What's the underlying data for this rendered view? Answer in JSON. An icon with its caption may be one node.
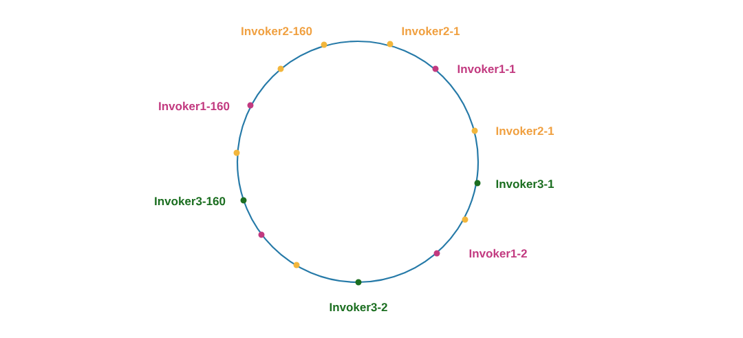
{
  "diagram": {
    "nodes": [
      {
        "text": [],
        "shape": "circle",
        "beside": [
          "Invoker2-160"
        ]
      },
      {
        "text": [],
        "shape": "circle",
        "beside": [
          "Invoker2-1"
        ]
      },
      {
        "text": [],
        "shape": "circle",
        "beside": [
          "Invoker1-1"
        ]
      },
      {
        "text": [],
        "shape": "circle",
        "beside": [
          "Invoker2-1"
        ]
      },
      {
        "text": [],
        "shape": "circle",
        "beside": [
          "Invoker3-1"
        ]
      },
      {
        "text": [],
        "shape": "circle"
      },
      {
        "text": [],
        "shape": "circle",
        "beside": [
          "Invoker1-2"
        ]
      },
      {
        "text": [],
        "shape": "circle",
        "beside": [
          "Invoker3-2"
        ]
      },
      {
        "text": [],
        "shape": "circle"
      },
      {
        "text": [],
        "shape": "circle"
      },
      {
        "text": [],
        "shape": "circle",
        "beside": [
          "Invoker3-160"
        ]
      },
      {
        "text": [],
        "shape": "circle"
      },
      {
        "text": [],
        "shape": "circle",
        "beside": [
          "Invoker1-160"
        ]
      },
      {
        "text": [],
        "shape": "circle"
      }
    ]
  }
}
